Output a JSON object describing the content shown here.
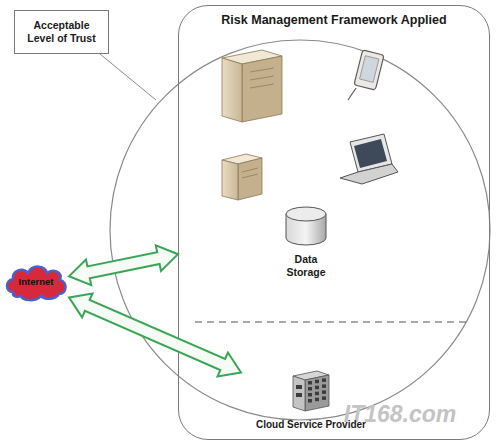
{
  "diagram": {
    "nodes": [
      {
        "text": [
          "Acceptable Level of Trust"
        ]
      },
      {
        "text": [
          "Risk Management Framework Applied"
        ]
      },
      {
        "text": [
          "Data Storage"
        ],
        "in": 1
      },
      {
        "text": [
          "Internet"
        ]
      },
      {
        "text": [
          "Cloud Service Provider"
        ],
        "in": 1
      }
    ],
    "edges": [
      {
        "from": 3,
        "to": 1,
        "arrow": "both"
      },
      {
        "from": 3,
        "to": 4,
        "arrow": "both"
      }
    ],
    "labels": [
      "IT168.com"
    ]
  }
}
